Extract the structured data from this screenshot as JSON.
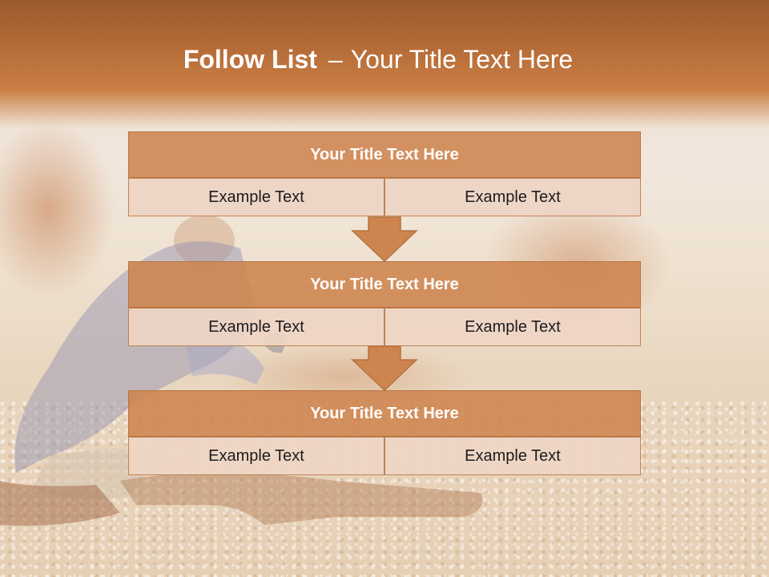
{
  "slide": {
    "title_bold": "Follow List",
    "title_separator": "–",
    "title_rest": "Your Title Text Here",
    "colors": {
      "header_band": "#b46a36",
      "block_head_fill": "#ce844e",
      "block_cell_fill": "#eed5c4",
      "border": "#b5733f",
      "arrow_fill": "#ce844e"
    }
  },
  "steps": [
    {
      "title": "Your Title Text Here",
      "left_text": "Example Text",
      "right_text": "Example Text"
    },
    {
      "title": "Your Title Text Here",
      "left_text": "Example Text",
      "right_text": "Example Text"
    },
    {
      "title": "Your Title Text Here",
      "left_text": "Example Text",
      "right_text": "Example Text"
    }
  ],
  "connectors": [
    {
      "icon": "down-arrow-icon"
    },
    {
      "icon": "down-arrow-icon"
    }
  ]
}
